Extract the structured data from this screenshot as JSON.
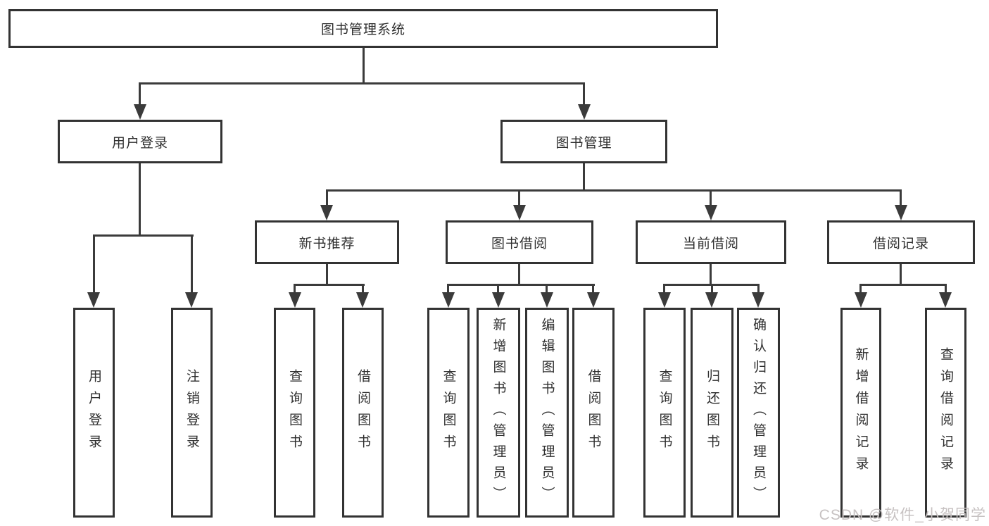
{
  "tree": {
    "root": "图书管理系统",
    "children": [
      {
        "label": "用户登录",
        "children": [
          {
            "label": "用户登录"
          },
          {
            "label": "注销登录"
          }
        ]
      },
      {
        "label": "图书管理",
        "children": [
          {
            "label": "新书推荐",
            "children": [
              {
                "label": "查询图书"
              },
              {
                "label": "借阅图书"
              }
            ]
          },
          {
            "label": "图书借阅",
            "children": [
              {
                "label": "查询图书"
              },
              {
                "label": "新增图书（管理员）"
              },
              {
                "label": "编辑图书（管理员）"
              },
              {
                "label": "借阅图书"
              }
            ]
          },
          {
            "label": "当前借阅",
            "children": [
              {
                "label": "查询图书"
              },
              {
                "label": "归还图书"
              },
              {
                "label": "确认归还（管理员）"
              }
            ]
          },
          {
            "label": "借阅记录",
            "children": [
              {
                "label": "新增借阅记录"
              },
              {
                "label": "查询借阅记录"
              }
            ]
          }
        ]
      }
    ]
  },
  "watermark": {
    "text": "CSDN @软件_小贺同学",
    "color": "#c7c2c2"
  },
  "colors": {
    "line": "#3b3b3b",
    "box_border": "#333333",
    "text": "#2f2f2f",
    "background": "#ffffff"
  }
}
